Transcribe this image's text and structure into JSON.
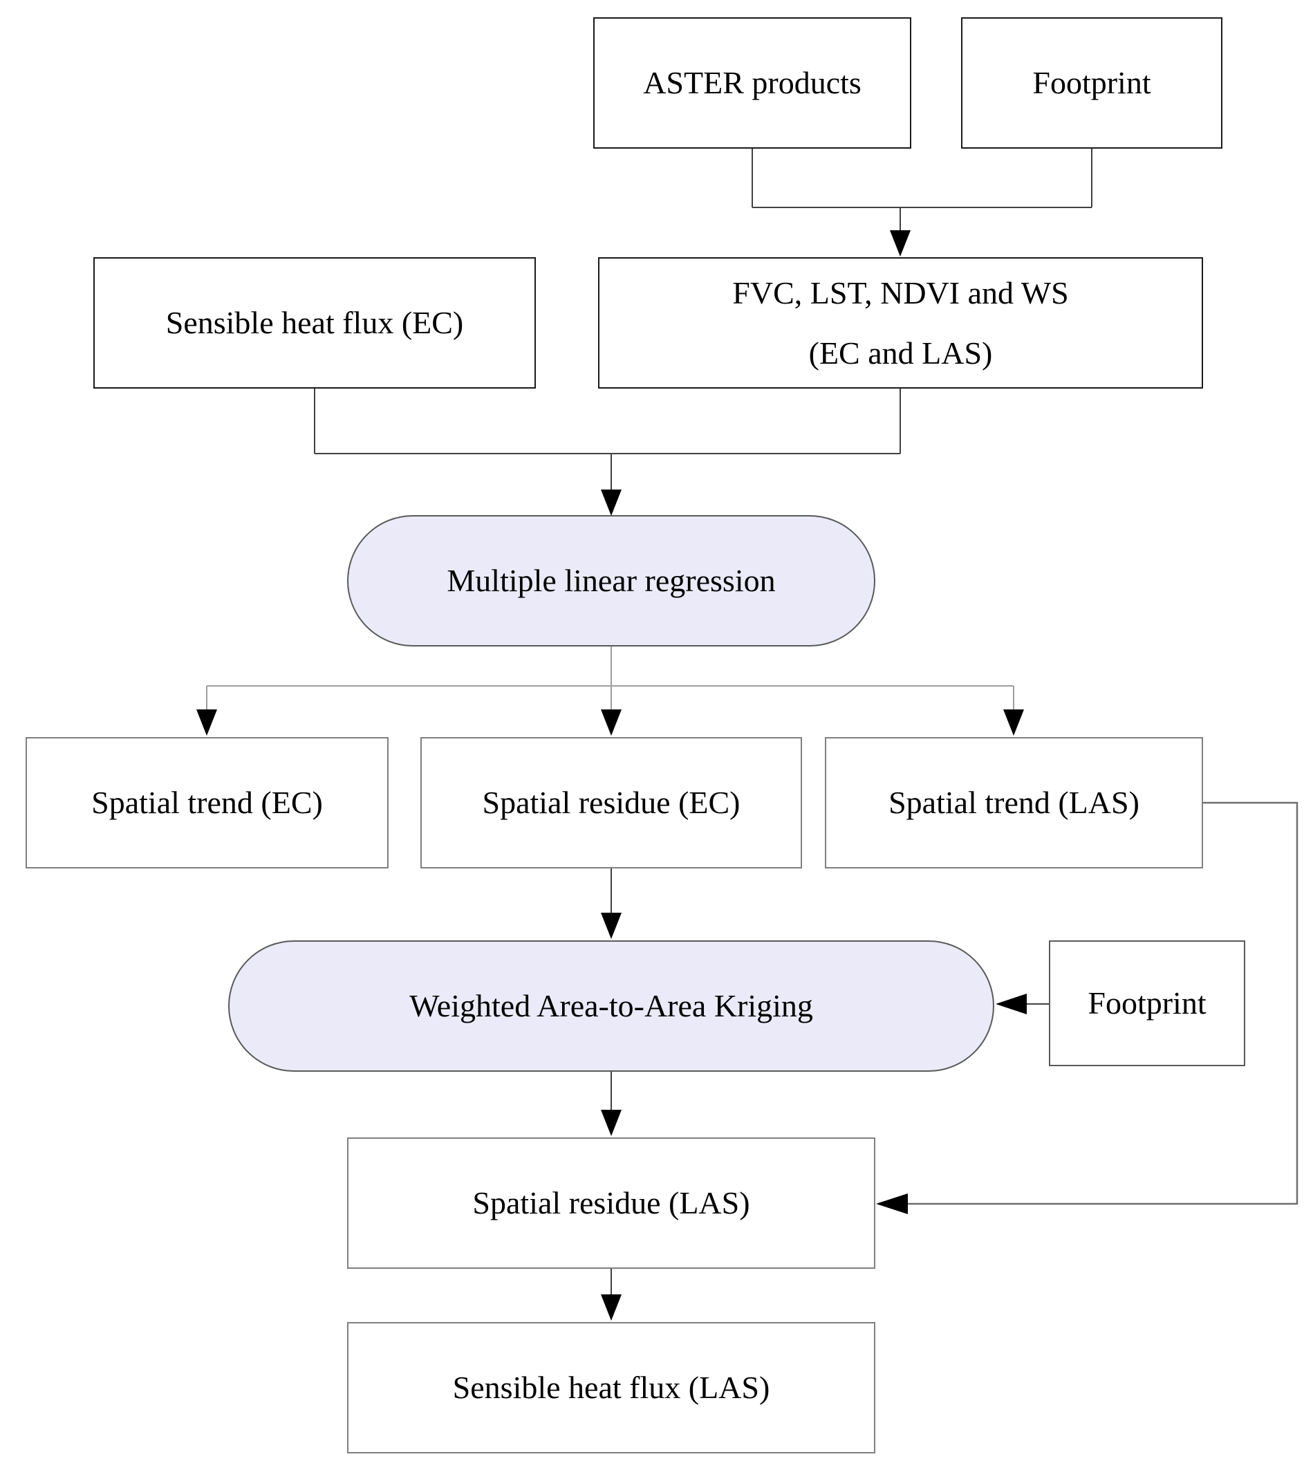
{
  "diagram": {
    "nodes": {
      "aster_products": {
        "label": "ASTER products"
      },
      "footprint_top": {
        "label": "Footprint"
      },
      "sensible_heat_flux_ec": {
        "label": "Sensible heat flux (EC)"
      },
      "aster_variables": {
        "label_line1": "FVC, LST, NDVI and WS",
        "label_line2": "(EC and LAS)"
      },
      "multiple_linear_regression": {
        "label": "Multiple linear regression"
      },
      "spatial_trend_ec": {
        "label": "Spatial trend (EC)"
      },
      "spatial_residue_ec": {
        "label": "Spatial residue (EC)"
      },
      "spatial_trend_las": {
        "label": "Spatial trend (LAS)"
      },
      "weighted_area_to_area_kriging": {
        "label": "Weighted Area-to-Area Kriging"
      },
      "footprint_right": {
        "label": "Footprint"
      },
      "spatial_residue_las": {
        "label": "Spatial residue (LAS)"
      },
      "sensible_heat_flux_las": {
        "label": "Sensible heat flux (LAS)"
      }
    },
    "colors": {
      "background": "#ffffff",
      "text": "#000000",
      "box_border_dark": "#1a1a1a",
      "box_border_gray": "#7f7f7f",
      "process_fill": "#eaeaf8",
      "process_border": "#595959",
      "line_dark": "#404040",
      "line_mid": "#6e6e6e",
      "line_light": "#9e9e9e",
      "arrowhead": "#000000"
    }
  }
}
